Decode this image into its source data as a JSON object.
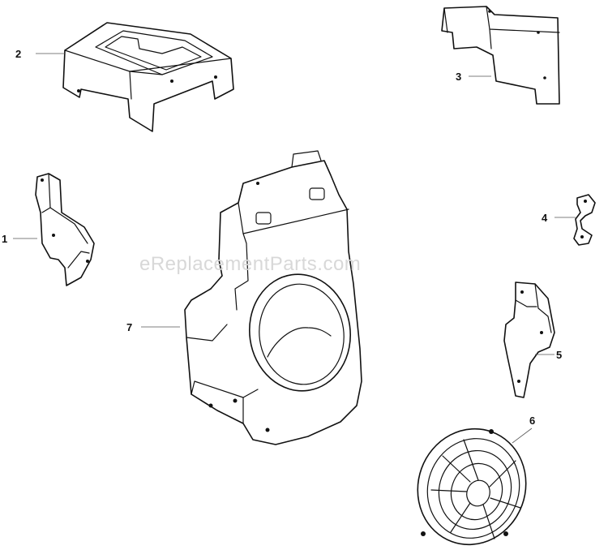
{
  "watermark": "eReplacementParts.com",
  "callouts": {
    "p1": "1",
    "p2": "2",
    "p3": "3",
    "p4": "4",
    "p5": "5",
    "p6": "6",
    "p7": "7"
  },
  "colors": {
    "line": "#111111",
    "watermark": "#d8d8d8",
    "background": "#ffffff"
  }
}
